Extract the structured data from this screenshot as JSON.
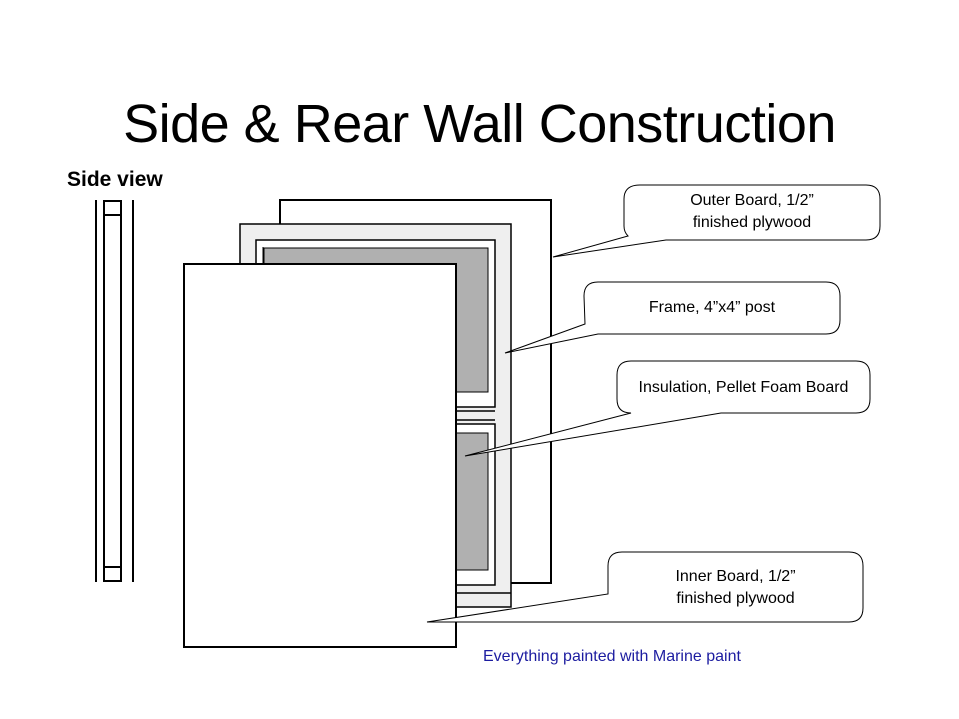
{
  "title": "Side & Rear Wall Construction",
  "side_view_label": "Side view",
  "callouts": {
    "outer_board": [
      "Outer Board, 1/2”",
      "finished plywood"
    ],
    "frame": "Frame, 4”x4” post",
    "insulation": "Insulation, Pellet Foam Board",
    "inner_board": [
      "Inner Board, 1/2”",
      "finished plywood"
    ]
  },
  "footnote": "Everything painted with Marine paint",
  "colors": {
    "insulation_fill": "#b0b0b0",
    "frame_fill": "#efefef",
    "footnote_text": "#1c1ca0"
  }
}
